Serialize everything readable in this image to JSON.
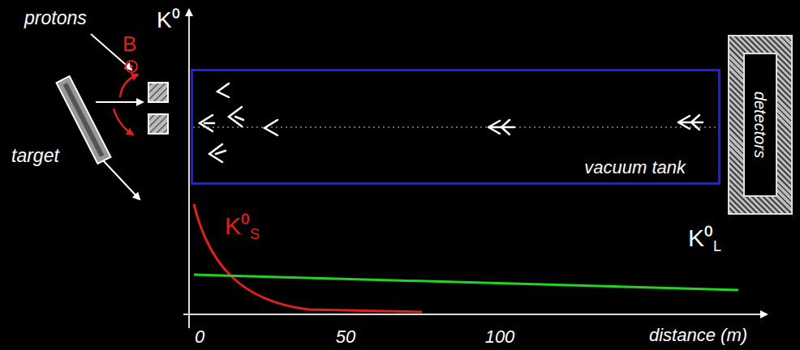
{
  "diagram": {
    "nodes": [
      {
        "text": [
          "vacuum tank"
        ]
      },
      {
        "text": [
          "detectors"
        ]
      }
    ],
    "labels": [
      "protons",
      "B",
      "target",
      "K⁰",
      "K⁰S",
      "K⁰L",
      "0",
      "50",
      "100",
      "distance (m)"
    ]
  }
}
